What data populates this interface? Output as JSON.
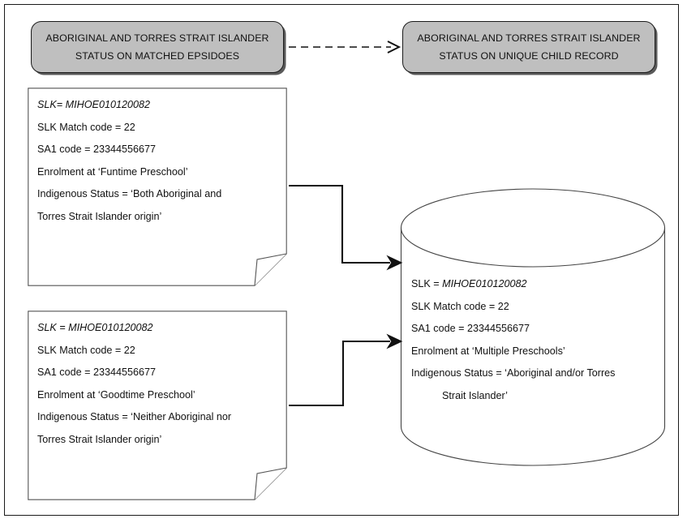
{
  "diagram": {
    "type": "flow-diagram",
    "headers": {
      "left": {
        "name": "matched-episodes-header",
        "lines": [
          "ABORIGINAL AND TORRES STRAIT ISLANDER",
          "STATUS ON MATCHED EPSIDOES"
        ]
      },
      "right": {
        "name": "unique-child-record-header",
        "lines": [
          "ABORIGINAL AND TORRES STRAIT ISLANDER",
          "STATUS ON UNIQUE CHILD RECORD"
        ]
      }
    },
    "documents": [
      {
        "name": "episode-record-funtime",
        "lines": [
          "SLK= MIHOE010120082",
          "SLK Match code = 22",
          "SA1 code = 23344556677",
          "Enrolment at ‘Funtime Preschool’",
          "Indigenous Status = ‘Both Aboriginal and",
          "Torres Strait Islander origin’"
        ]
      },
      {
        "name": "episode-record-goodtime",
        "lines": [
          "SLK = MIHOE010120082",
          "SLK Match code = 22",
          "SA1 code = 23344556677",
          "Enrolment at ‘Goodtime Preschool’",
          "Indigenous Status = ‘Neither Aboriginal nor",
          "Torres Strait Islander origin’"
        ]
      }
    ],
    "database": {
      "name": "unique-child-record-store",
      "line1_prefix": "SLK = ",
      "line1_value": "MIHOE010120082",
      "lines": [
        "SLK Match code = 22",
        "SA1 code = 23344556677",
        "Enrolment at ‘Multiple Preschools’",
        "Indigenous Status = ‘Aboriginal and/or Torres",
        "Strait Islander’"
      ]
    },
    "connectors": [
      {
        "name": "header-link-arrow",
        "style": "dashed",
        "arrowhead": "open"
      },
      {
        "name": "top-record-to-database-arrow",
        "style": "solid",
        "arrowhead": "filled"
      },
      {
        "name": "bottom-record-to-database-arrow",
        "style": "solid",
        "arrowhead": "filled"
      }
    ],
    "colors": {
      "header_fill": "#BFBFBF",
      "outline": "#1A1A1A",
      "shadow": "#5A5A5A",
      "background": "#FFFFFF",
      "text": "#111111"
    }
  }
}
